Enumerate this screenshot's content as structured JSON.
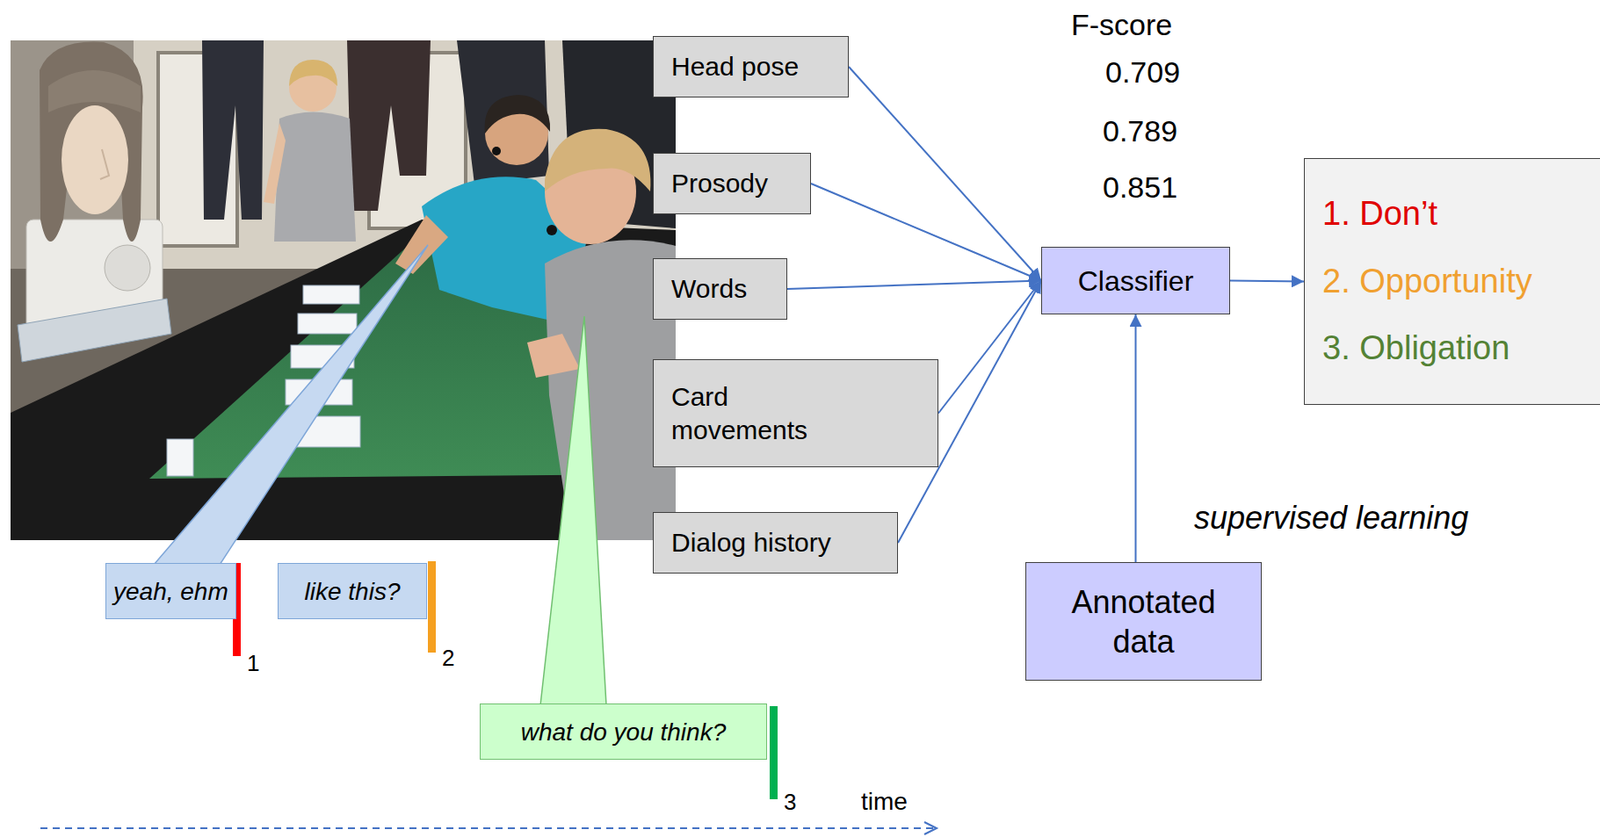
{
  "diagram": {
    "nodes": [
      {
        "text": [
          "Head pose"
        ]
      },
      {
        "text": [
          "Prosody"
        ]
      },
      {
        "text": [
          "Words"
        ]
      },
      {
        "text": [
          "Card movements"
        ]
      },
      {
        "text": [
          "Dialog history"
        ]
      },
      {
        "text": [
          "Classifier"
        ]
      },
      {
        "text": [
          "1. Don’t",
          "2. Opportunity",
          "3. Obligation"
        ]
      },
      {
        "text": [
          "Annotated data"
        ]
      },
      {
        "text": [
          "yeah, ehm"
        ]
      },
      {
        "text": [
          "like this?"
        ]
      },
      {
        "text": [
          "what do you think?"
        ]
      }
    ],
    "edges": [
      {
        "from": 0,
        "to": 5,
        "arrow": "to"
      },
      {
        "from": 1,
        "to": 5,
        "arrow": "to"
      },
      {
        "from": 2,
        "to": 5,
        "arrow": "to"
      },
      {
        "from": 3,
        "to": 5,
        "arrow": "to"
      },
      {
        "from": 4,
        "to": 5,
        "arrow": "to"
      },
      {
        "from": 5,
        "to": 6,
        "arrow": "to"
      },
      {
        "from": 7,
        "to": 5,
        "arrow": "to"
      }
    ],
    "labels": [
      "F-score",
      "0.709",
      "0.789",
      "0.851",
      "supervised learning",
      "1",
      "2",
      "3",
      "time"
    ]
  }
}
